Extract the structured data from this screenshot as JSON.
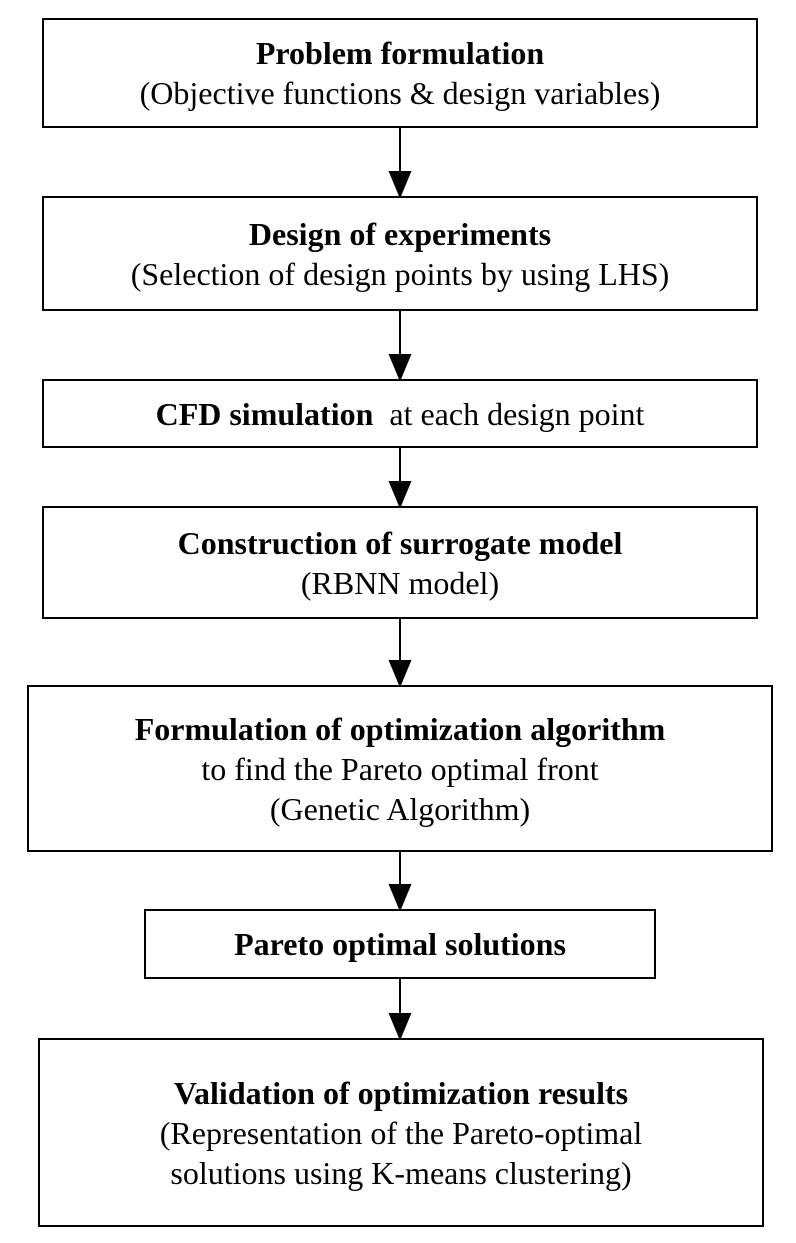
{
  "steps": [
    {
      "bold": "Problem formulation",
      "normal": "",
      "lines": [
        "(Objective functions & design variables)"
      ]
    },
    {
      "bold": "Design of experiments",
      "normal": "",
      "lines": [
        "(Selection of design points by using LHS)"
      ]
    },
    {
      "bold": "CFD simulation",
      "normal": "at each design point",
      "lines": []
    },
    {
      "bold": "Construction of surrogate model",
      "normal": "",
      "lines": [
        "(RBNN model)"
      ]
    },
    {
      "bold": "Formulation of optimization algorithm",
      "normal": "",
      "lines": [
        "to find the Pareto optimal front",
        "(Genetic Algorithm)"
      ]
    },
    {
      "bold": "Pareto optimal solutions",
      "normal": "",
      "lines": []
    },
    {
      "bold": "Validation of optimization results",
      "normal": "",
      "lines": [
        "(Representation of the Pareto-optimal",
        "solutions using K-means clustering)"
      ]
    }
  ]
}
